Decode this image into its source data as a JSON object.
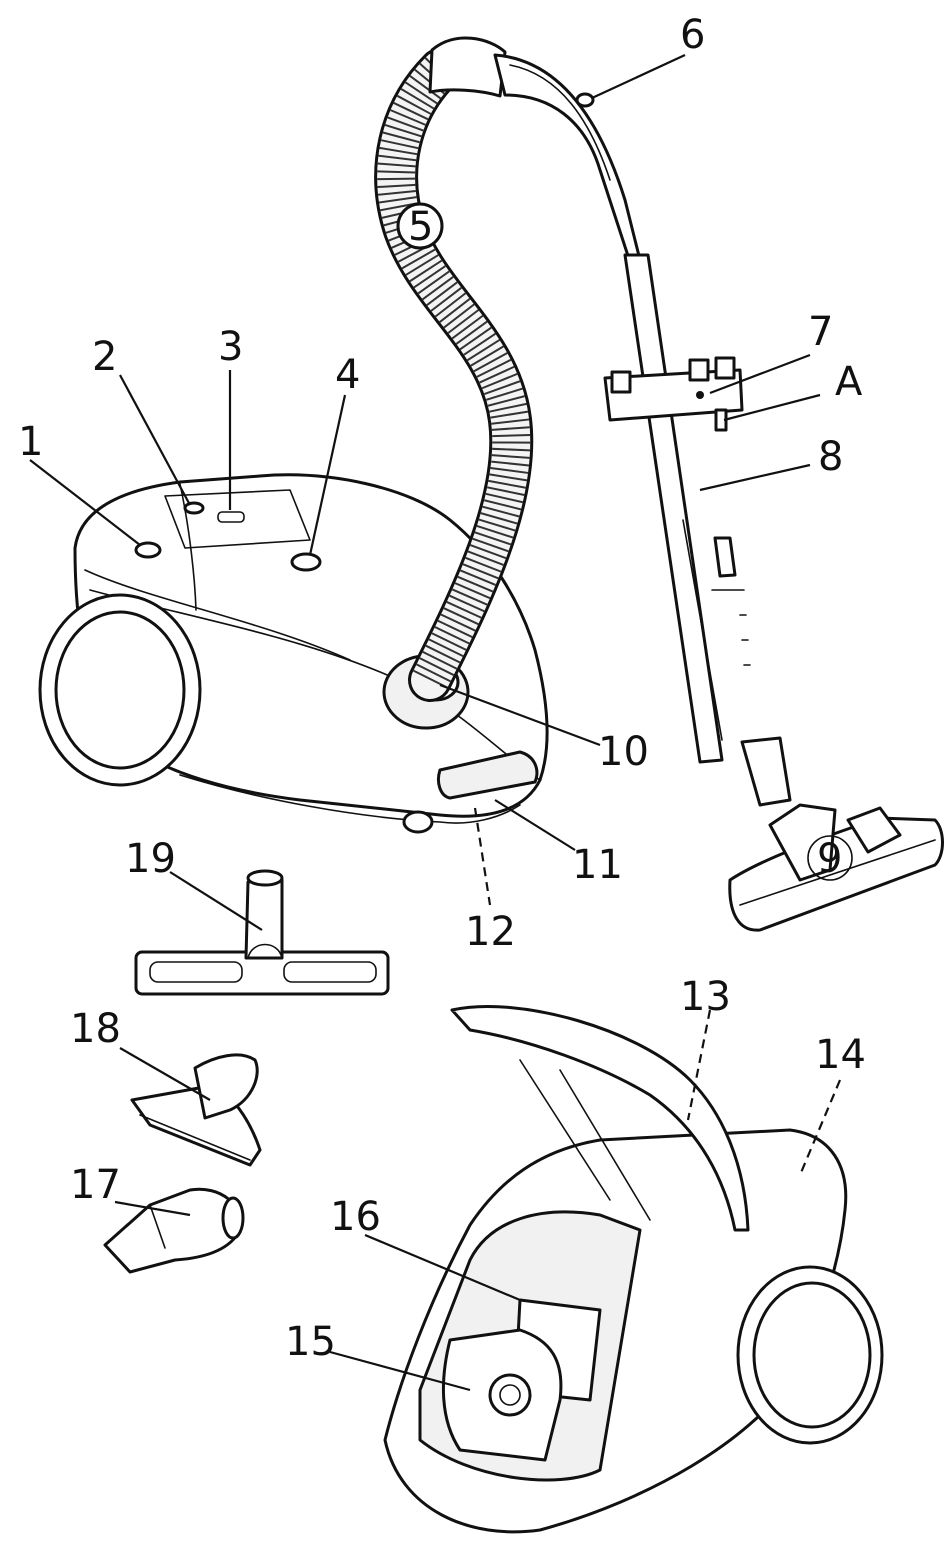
{
  "callouts": {
    "c1": "1",
    "c2": "2",
    "c3": "3",
    "c4": "4",
    "c5": "5",
    "c6": "6",
    "c7": "7",
    "cA": "A",
    "c8": "8",
    "c9": "9",
    "c10": "10",
    "c11": "11",
    "c12": "12",
    "c13": "13",
    "c14": "14",
    "c15": "15",
    "c16": "16",
    "c17": "17",
    "c18": "18",
    "c19": "19"
  },
  "style": {
    "ink": "#111111",
    "paper": "#ffffff"
  }
}
